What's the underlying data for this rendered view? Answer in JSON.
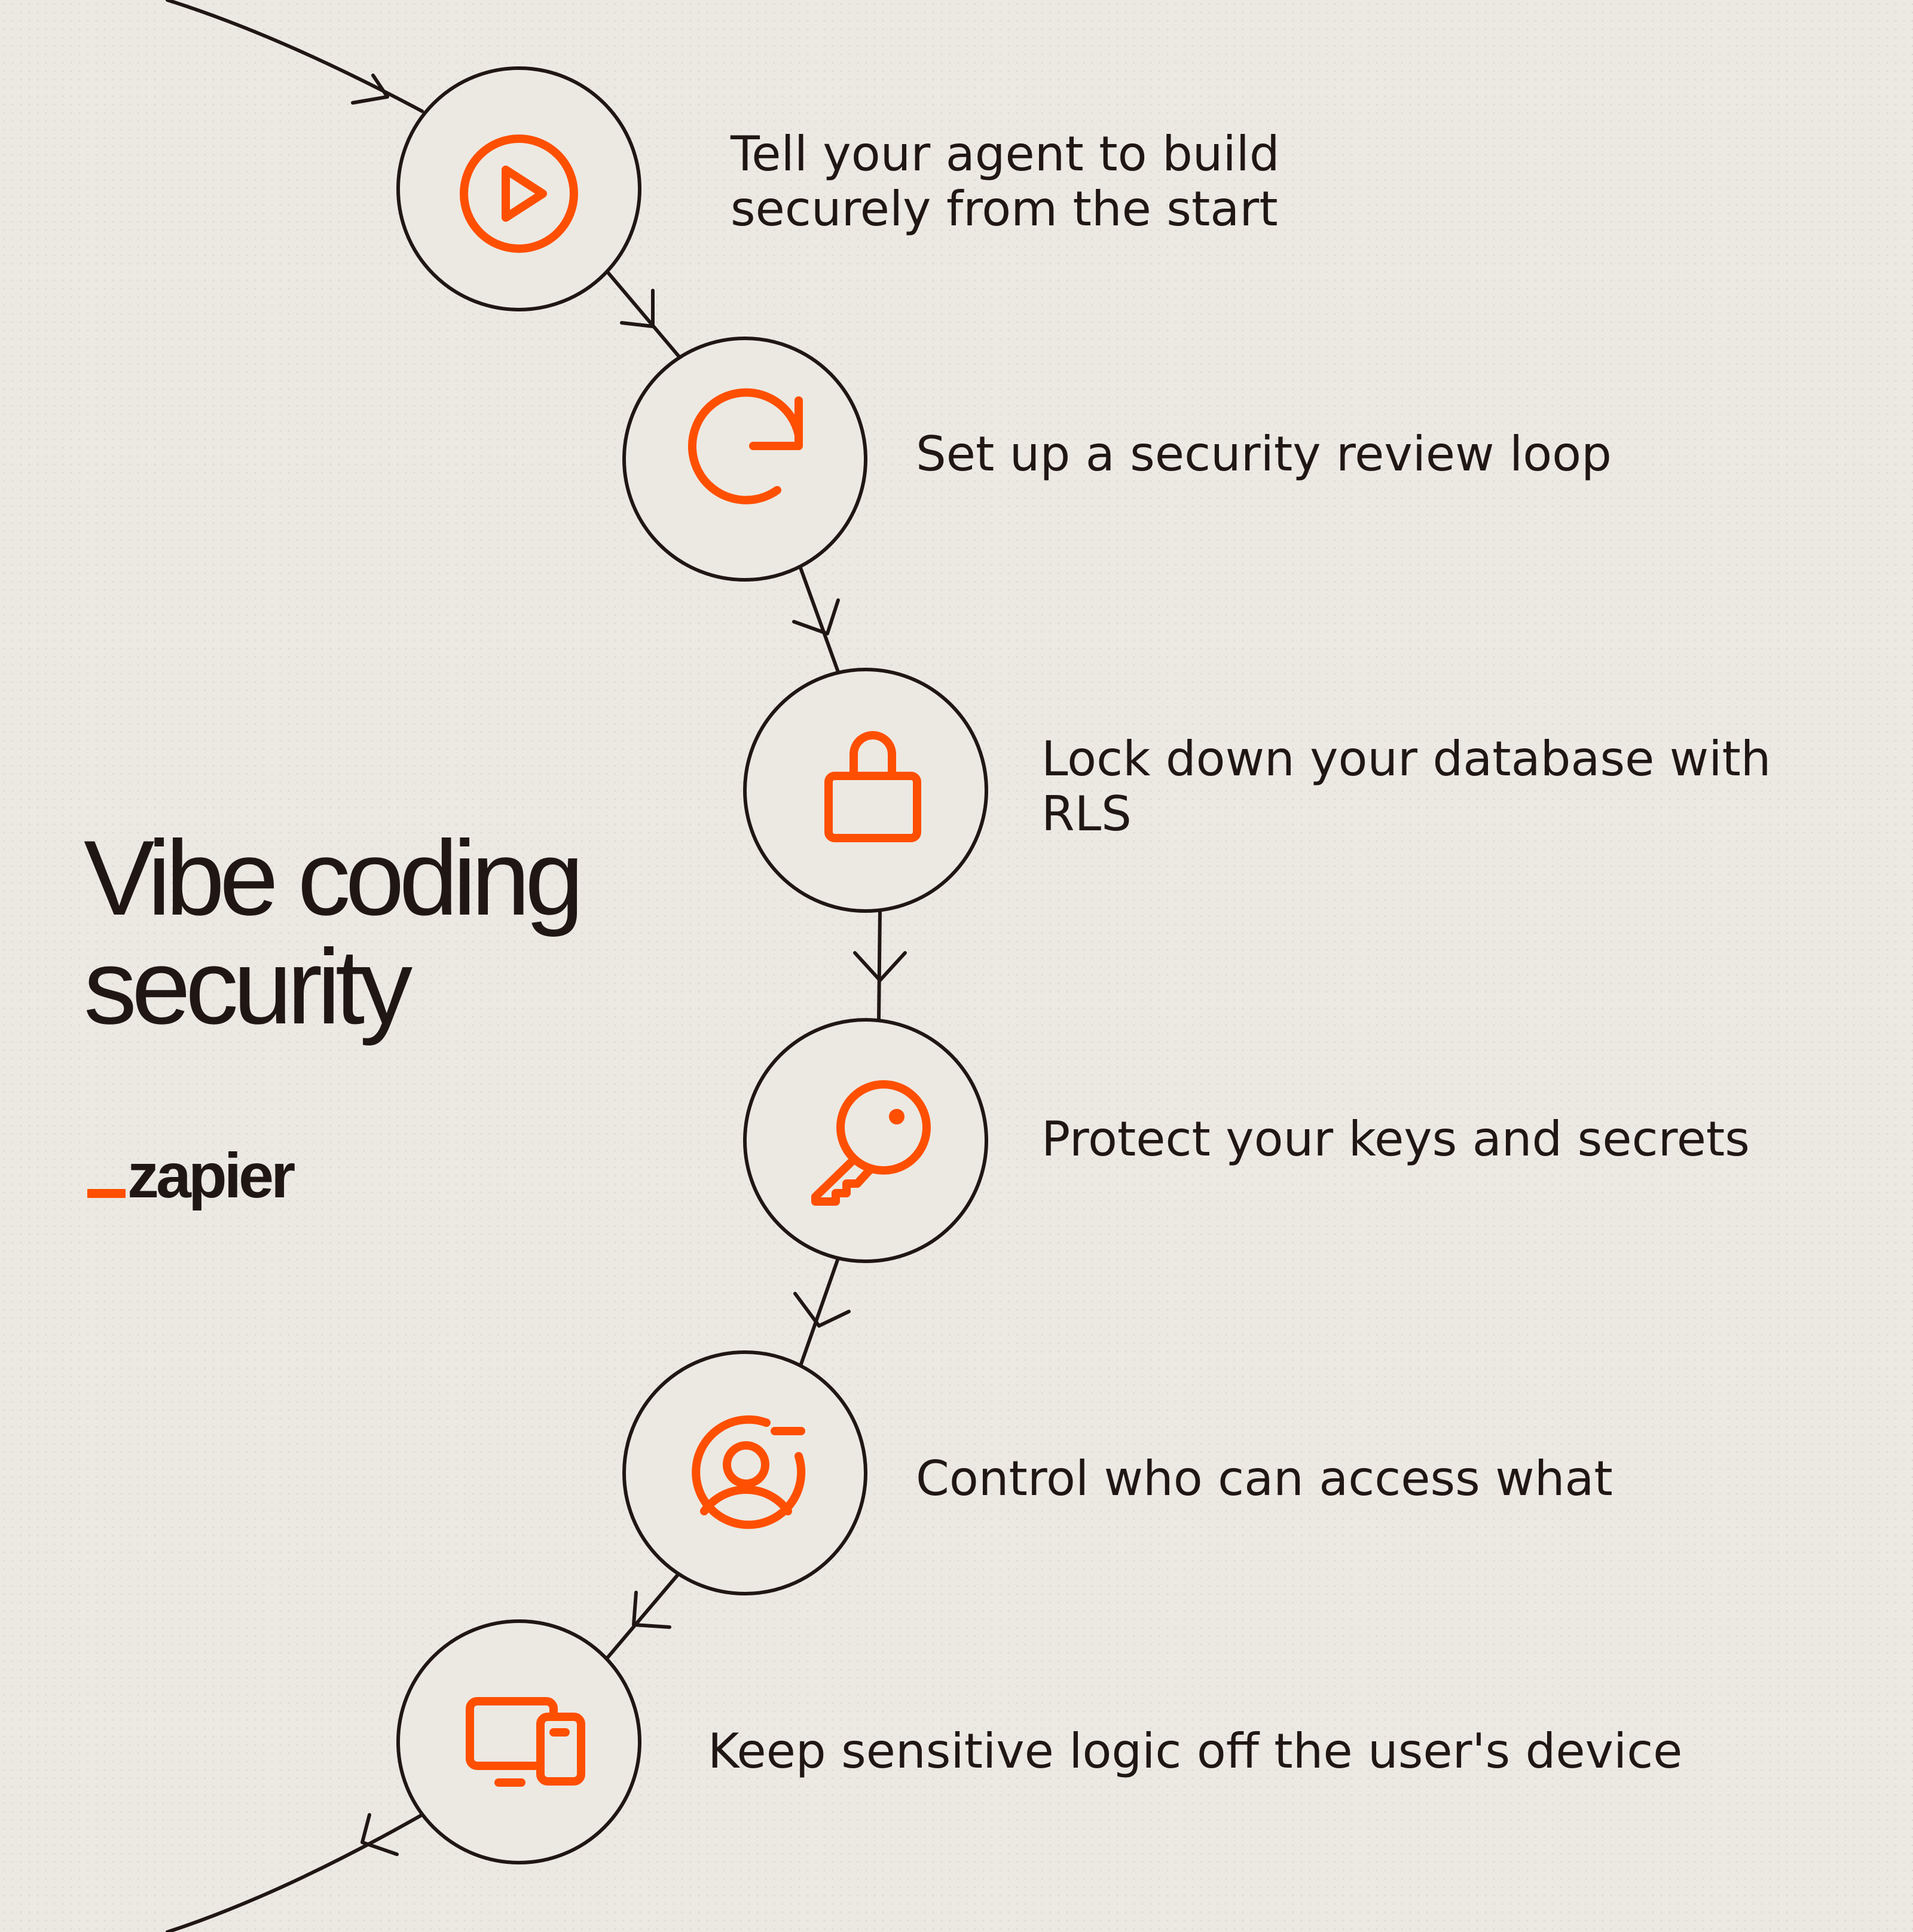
{
  "title": "Vibe coding\nsecurity",
  "brand": {
    "word": "zapier"
  },
  "colors": {
    "accent": "#ff4f00",
    "ink": "#201714",
    "background": "#ece9e2"
  },
  "steps": [
    {
      "icon": "play-icon",
      "label": "Tell your agent to build\nsecurely from the start"
    },
    {
      "icon": "refresh-icon",
      "label": "Set up a security review loop"
    },
    {
      "icon": "lock-icon",
      "label": "Lock down your database with\nRLS"
    },
    {
      "icon": "key-icon",
      "label": "Protect your keys and secrets"
    },
    {
      "icon": "user-minus-icon",
      "label": "Control who can access what"
    },
    {
      "icon": "devices-icon",
      "label": "Keep sensitive logic off the user's device"
    }
  ]
}
